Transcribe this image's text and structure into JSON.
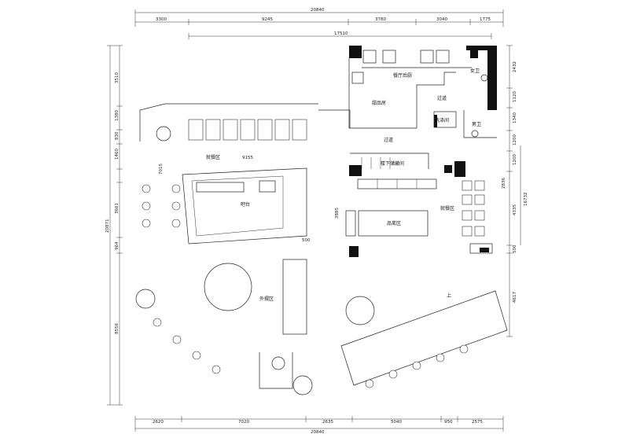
{
  "dimensions": {
    "top_total": "20840",
    "top_segments": [
      "3300",
      "9245",
      "3780",
      "3040",
      "1775"
    ],
    "top_second": "17510",
    "bottom_total": "20840",
    "bottom_segments": [
      "2620",
      "7020",
      "2635",
      "5040",
      "950",
      "2575"
    ],
    "left_total": "20871",
    "left_segments": [
      "3510",
      "1380",
      "830",
      "1460",
      "7015",
      "3661",
      "964",
      "8556"
    ],
    "right_total": "16732",
    "right_segments": [
      "2432",
      "1120",
      "1340",
      "1200",
      "1200",
      "2836",
      "4335",
      "500",
      "4617"
    ],
    "inner": [
      "9155",
      "3885",
      "500"
    ]
  },
  "rooms": {
    "kitchen": "餐厅后厨",
    "dessert": "甜品房",
    "corridor1": "过道",
    "corridor2": "过道",
    "wash": "洗涤间",
    "female_wc": "女卫",
    "male_wc": "男卫",
    "stair_down": "楼下储藏间",
    "bar": "吧台",
    "dining_w": "就餐区",
    "dining_e": "就餐区",
    "tea": "品茗区",
    "outdoor": "外摆区",
    "up": "上"
  },
  "colors": {
    "line": "#222222",
    "wall": "#111111",
    "paper": "#ffffff"
  }
}
